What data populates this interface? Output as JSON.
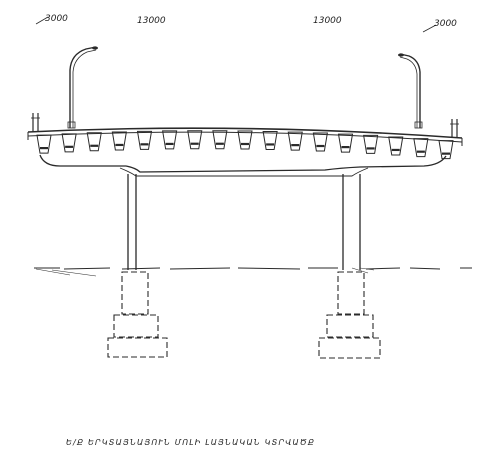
{
  "drawing": {
    "dimensions": {
      "left_sidewalk": "3000",
      "left_carriageway": "13000",
      "right_carriageway": "13000",
      "right_sidewalk": "3000"
    },
    "caption": "Ե/Ք  ԵՐԿՏԱՅՆԱՅՈՒՆ  ՄՈԼԻ  ԼԱՅՆԱԿԱՆ  ԿՏՐՎԱԾՔ",
    "ink_color": "#2a2a2a",
    "paper_color": "#ffffff"
  }
}
